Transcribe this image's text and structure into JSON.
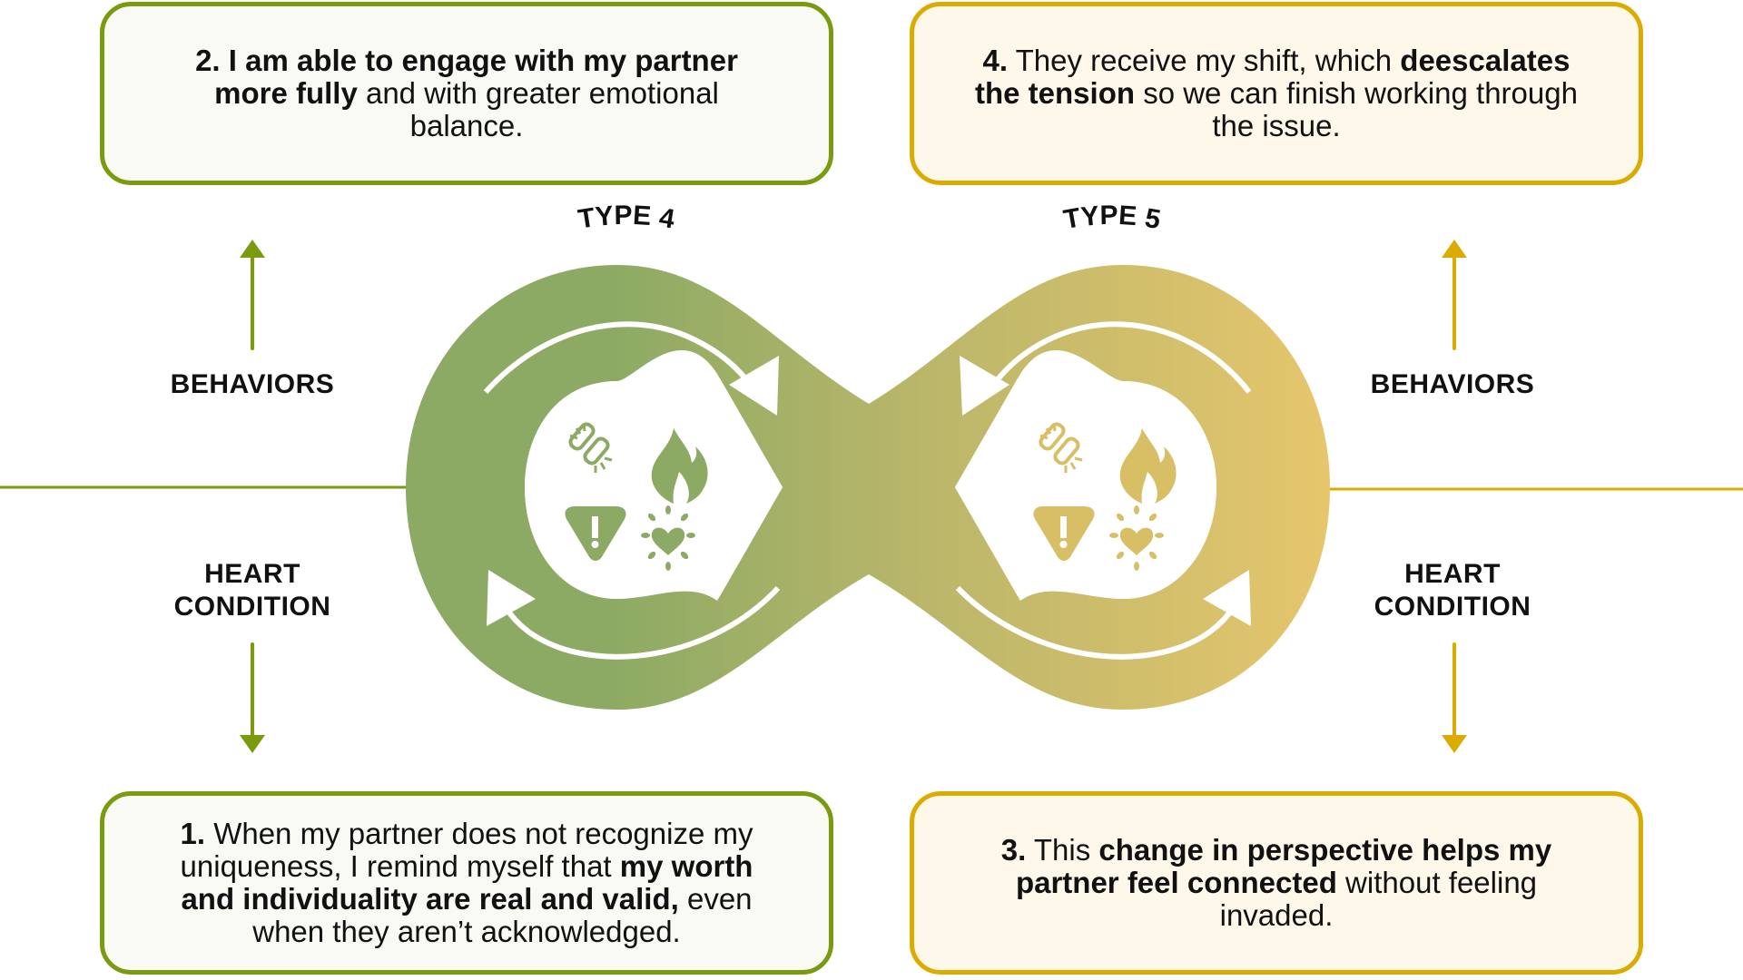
{
  "colors": {
    "green": "#7a9a0f",
    "gold": "#dcab00",
    "loop_green": "#8caa64",
    "loop_gold": "#e5c66e",
    "green_box_fill": "#f8faf3",
    "gold_box_fill": "#fdf8ea"
  },
  "loops": {
    "left_title": "TYPE 4",
    "right_title": "TYPE 5",
    "icons": [
      "broken-link-icon",
      "flame-icon",
      "warning-icon",
      "heart-burst-icon"
    ]
  },
  "labels": {
    "left_behaviors": "BEHAVIORS",
    "left_heart_line1": "HEART",
    "left_heart_line2": "CONDITION",
    "right_behaviors": "BEHAVIORS",
    "right_heart_line1": "HEART",
    "right_heart_line2": "CONDITION"
  },
  "steps": {
    "step1": {
      "number": "1.",
      "parts": [
        {
          "text": " When my partner does not recognize my uniqueness, I remind myself that ",
          "bold": false
        },
        {
          "text": "my worth and individuality are real and valid,",
          "bold": true
        },
        {
          "text": " even when they aren’t acknowledged.",
          "bold": false
        }
      ]
    },
    "step2": {
      "number": "2.",
      "parts": [
        {
          "text": " I am able to engage with my partner more fully",
          "bold": true
        },
        {
          "text": " and with greater emotional balance.",
          "bold": false
        }
      ]
    },
    "step3": {
      "number": "3.",
      "parts": [
        {
          "text": " This ",
          "bold": false
        },
        {
          "text": "change in perspective helps my partner feel connected",
          "bold": true
        },
        {
          "text": " without feeling invaded.",
          "bold": false
        }
      ]
    },
    "step4": {
      "number": "4.",
      "parts": [
        {
          "text": " They receive my shift, which ",
          "bold": false
        },
        {
          "text": "deescalates the tension",
          "bold": true
        },
        {
          "text": " so we can finish working through the issue.",
          "bold": false
        }
      ]
    }
  }
}
